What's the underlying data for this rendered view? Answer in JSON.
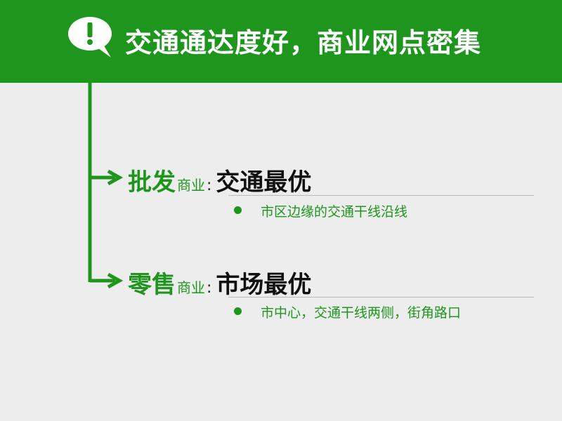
{
  "colors": {
    "accent": "#1e961e",
    "background": "#ededed",
    "title_text": "#ffffff",
    "heading_text": "#111111",
    "rule": "#b9b9b9"
  },
  "header": {
    "icon": "exclamation-speech-bubble-icon",
    "title": "交通通达度好，商业网点密集"
  },
  "items": [
    {
      "category_strong": "批发",
      "category_weak": "商业",
      "colon": ":",
      "result": "交通最优",
      "bullets": [
        {
          "icon": "bullet-dot-icon",
          "text": "市区边缘的交通干线沿线"
        }
      ]
    },
    {
      "category_strong": "零售",
      "category_weak": "商业",
      "colon": ":",
      "result": "市场最优",
      "bullets": [
        {
          "icon": "bullet-dot-icon",
          "text": "市中心，交通干线两侧，街角路口"
        }
      ]
    }
  ]
}
